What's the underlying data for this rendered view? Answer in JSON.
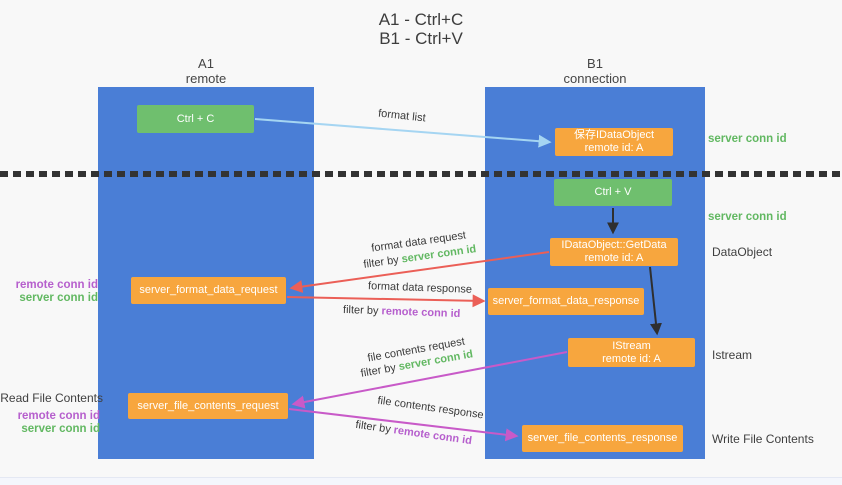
{
  "title": {
    "line1": "A1 - Ctrl+C",
    "line2": "B1 - Ctrl+V"
  },
  "lanes": {
    "left": {
      "name": "A1",
      "subtitle": "remote"
    },
    "right": {
      "name": "B1",
      "subtitle": "connection"
    }
  },
  "nodes": {
    "ctrl_c": {
      "label": "Ctrl + C"
    },
    "ctrl_v": {
      "label": "Ctrl + V"
    },
    "save_dataobject": {
      "line1": "保存IDataObject",
      "line2": "remote id: A"
    },
    "getdata": {
      "line1": "IDataObject::GetData",
      "line2": "remote id: A"
    },
    "istream": {
      "line1": "IStream",
      "line2": "remote id: A"
    },
    "format_request": {
      "label": "server_format_data_request"
    },
    "format_response": {
      "label": "server_format_data_response"
    },
    "file_request": {
      "label": "server_file_contents_request"
    },
    "file_response": {
      "label": "server_file_contents_response"
    }
  },
  "arrow_labels": {
    "format_list": "format list",
    "format_data_request": "format data request",
    "format_data_response": "format data response",
    "file_contents_request": "file contents request",
    "file_contents_response": "file contents response",
    "filter_by": "filter by ",
    "server_conn_id": "server conn id",
    "remote_conn_id": "remote conn id"
  },
  "annotations": {
    "right": {
      "server_conn_id_1": "server conn id",
      "server_conn_id_2": "server conn id",
      "dataobject": "DataObject",
      "istream": "Istream",
      "write_file_contents": "Write File Contents"
    },
    "left": {
      "remote_conn_id_1": "remote conn id",
      "server_conn_id_1": "server conn id",
      "read_file_contents": "Read File Contents",
      "remote_conn_id_2": "remote conn id",
      "server_conn_id_2": "server conn id"
    }
  },
  "colors": {
    "lane_blue": "#4a7ed6",
    "box_green": "#6fbf6e",
    "box_orange": "#f7a63e",
    "arrow_red": "#eb5f57",
    "arrow_magenta": "#c85ac8",
    "arrow_lightblue": "#a5d5f2",
    "arrow_black": "#2f2f2f",
    "text_green": "#62b862",
    "text_purple": "#b65fcd"
  }
}
